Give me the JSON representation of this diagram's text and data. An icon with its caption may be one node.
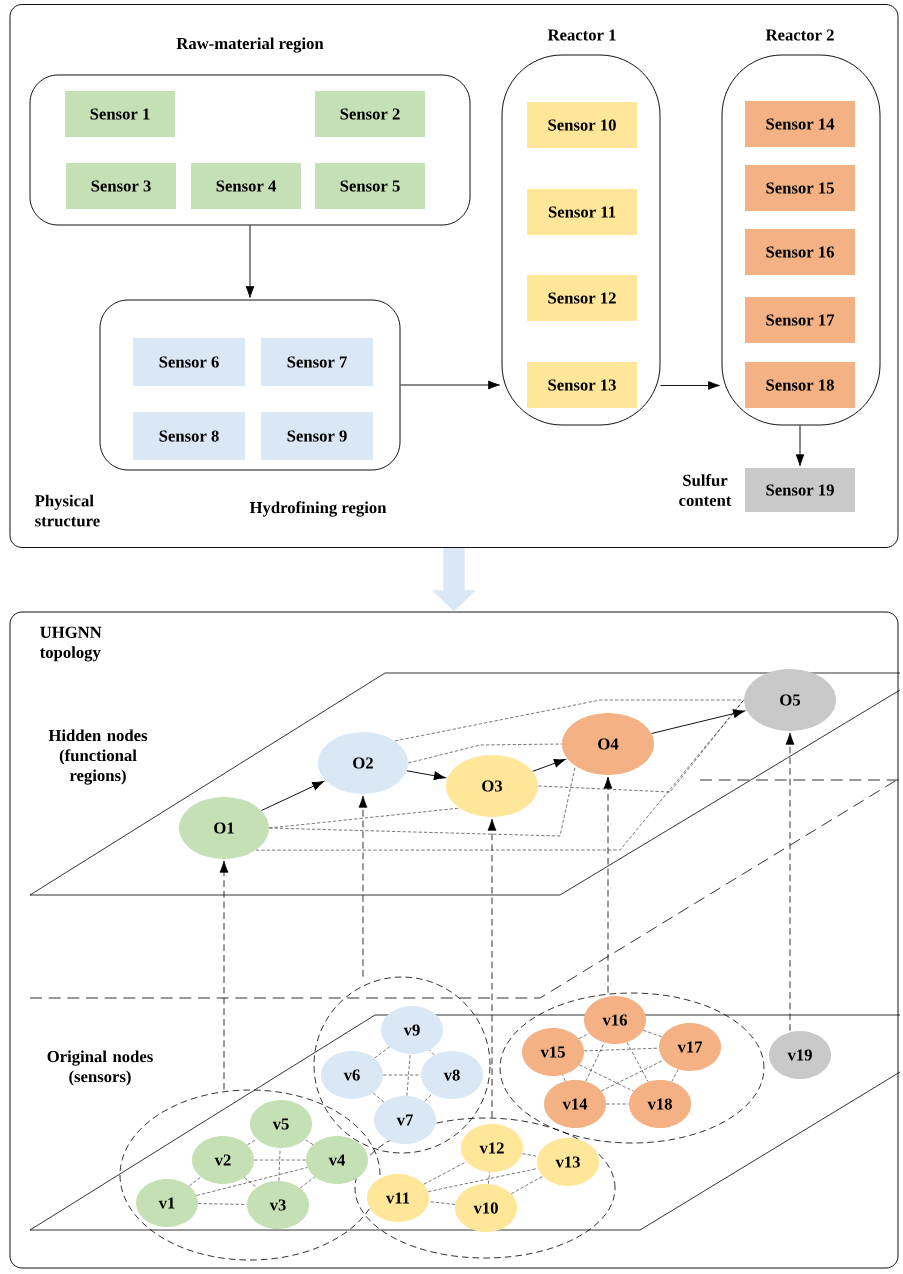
{
  "diagram": {
    "nodes": [
      {
        "text": [
          "Physical structure"
        ]
      },
      {
        "text": [
          "Raw-material region"
        ],
        "in": 0
      },
      {
        "text": [
          "Sensor 1"
        ],
        "in": 1
      },
      {
        "text": [
          "Sensor 2"
        ],
        "in": 1
      },
      {
        "text": [
          "Sensor 3"
        ],
        "in": 1
      },
      {
        "text": [
          "Sensor 4"
        ],
        "in": 1
      },
      {
        "text": [
          "Sensor 5"
        ],
        "in": 1
      },
      {
        "text": [
          "Hydrofining region"
        ],
        "in": 0
      },
      {
        "text": [
          "Sensor 6"
        ],
        "in": 7
      },
      {
        "text": [
          "Sensor 7"
        ],
        "in": 7
      },
      {
        "text": [
          "Sensor 8"
        ],
        "in": 7
      },
      {
        "text": [
          "Sensor 9"
        ],
        "in": 7
      },
      {
        "text": [
          "Reactor 1"
        ],
        "in": 0
      },
      {
        "text": [
          "Sensor 10"
        ],
        "in": 12
      },
      {
        "text": [
          "Sensor 11"
        ],
        "in": 12
      },
      {
        "text": [
          "Sensor 12"
        ],
        "in": 12
      },
      {
        "text": [
          "Sensor 13"
        ],
        "in": 12
      },
      {
        "text": [
          "Reactor 2"
        ],
        "in": 0
      },
      {
        "text": [
          "Sensor 14"
        ],
        "in": 17
      },
      {
        "text": [
          "Sensor 15"
        ],
        "in": 17
      },
      {
        "text": [
          "Sensor 16"
        ],
        "in": 17
      },
      {
        "text": [
          "Sensor 17"
        ],
        "in": 17
      },
      {
        "text": [
          "Sensor 18"
        ],
        "in": 17
      },
      {
        "text": [
          "Sensor 19"
        ],
        "beside": [
          "Sulfur content"
        ],
        "in": 0
      },
      {
        "text": [
          "UHGNN topology"
        ]
      },
      {
        "text": [
          "O1"
        ],
        "in": 24
      },
      {
        "text": [
          "O2"
        ],
        "in": 24
      },
      {
        "text": [
          "O3"
        ],
        "in": 24
      },
      {
        "text": [
          "O4"
        ],
        "in": 24
      },
      {
        "text": [
          "O5"
        ],
        "in": 24
      },
      {
        "text": [],
        "shape": "ellipse",
        "in": 24
      },
      {
        "text": [],
        "shape": "ellipse",
        "in": 24
      },
      {
        "text": [],
        "shape": "ellipse",
        "in": 24
      },
      {
        "text": [],
        "shape": "ellipse",
        "in": 24
      },
      {
        "text": [
          "v1"
        ],
        "in": 30
      },
      {
        "text": [
          "v2"
        ],
        "in": 30
      },
      {
        "text": [
          "v3"
        ],
        "in": 30
      },
      {
        "text": [
          "v4"
        ],
        "in": 30
      },
      {
        "text": [
          "v5"
        ],
        "in": 30
      },
      {
        "text": [
          "v6"
        ],
        "in": 31
      },
      {
        "text": [
          "v7"
        ],
        "in": 31
      },
      {
        "text": [
          "v8"
        ],
        "in": 31
      },
      {
        "text": [
          "v9"
        ],
        "in": 31
      },
      {
        "text": [
          "v10"
        ],
        "in": 32
      },
      {
        "text": [
          "v11"
        ],
        "in": 32
      },
      {
        "text": [
          "v12"
        ],
        "in": 32
      },
      {
        "text": [
          "v13"
        ],
        "in": 32
      },
      {
        "text": [
          "v14"
        ],
        "in": 33
      },
      {
        "text": [
          "v15"
        ],
        "in": 33
      },
      {
        "text": [
          "v16"
        ],
        "in": 33
      },
      {
        "text": [
          "v17"
        ],
        "in": 33
      },
      {
        "text": [
          "v18"
        ],
        "in": 33
      },
      {
        "text": [
          "v19"
        ],
        "in": 24
      }
    ],
    "edges": [
      {
        "from": 1,
        "to": 7,
        "arrow": "to"
      },
      {
        "from": 7,
        "to": 12,
        "arrow": "to"
      },
      {
        "from": 12,
        "to": 17,
        "arrow": "to"
      },
      {
        "from": 17,
        "to": 23,
        "arrow": "to"
      },
      {
        "from": 0,
        "to": 24,
        "arrow": "to",
        "style": "thick",
        "color": "#dae8f5"
      },
      {
        "from": 25,
        "to": 26,
        "arrow": "to"
      },
      {
        "from": 26,
        "to": 27,
        "arrow": "to"
      },
      {
        "from": 27,
        "to": 28,
        "arrow": "to"
      },
      {
        "from": 28,
        "to": 29,
        "arrow": "to"
      },
      {
        "from": 25,
        "to": 27,
        "arrow": "none",
        "style": "dashed"
      },
      {
        "from": 25,
        "to": 28,
        "arrow": "none",
        "style": "dashed"
      },
      {
        "from": 25,
        "to": 29,
        "arrow": "none",
        "style": "dashed"
      },
      {
        "from": 26,
        "to": 28,
        "arrow": "none",
        "style": "dashed"
      },
      {
        "from": 26,
        "to": 29,
        "arrow": "none",
        "style": "dashed"
      },
      {
        "from": 27,
        "to": 29,
        "arrow": "none",
        "style": "dashed"
      },
      {
        "from": 30,
        "to": 25,
        "arrow": "to",
        "style": "dashed"
      },
      {
        "from": 31,
        "to": 26,
        "arrow": "to",
        "style": "dashed"
      },
      {
        "from": 32,
        "to": 27,
        "arrow": "to",
        "style": "dashed"
      },
      {
        "from": 33,
        "to": 28,
        "arrow": "to",
        "style": "dashed"
      },
      {
        "from": 52,
        "to": 29,
        "arrow": "to",
        "style": "dashed"
      },
      {
        "from": 34,
        "to": 35,
        "arrow": "none",
        "style": "dashed"
      },
      {
        "from": 34,
        "to": 36,
        "arrow": "none",
        "style": "dashed"
      },
      {
        "from": 34,
        "to": 37,
        "arrow": "none",
        "style": "dashed"
      },
      {
        "from": 35,
        "to": 36,
        "arrow": "none",
        "style": "dashed"
      },
      {
        "from": 35,
        "to": 37,
        "arrow": "none",
        "style": "dashed"
      },
      {
        "from": 35,
        "to": 38,
        "arrow": "none",
        "style": "dashed"
      },
      {
        "from": 36,
        "to": 37,
        "arrow": "none",
        "style": "dashed"
      },
      {
        "from": 36,
        "to": 38,
        "arrow": "none",
        "style": "dashed"
      },
      {
        "from": 37,
        "to": 38,
        "arrow": "none",
        "style": "dashed"
      },
      {
        "from": 39,
        "to": 40,
        "arrow": "none",
        "style": "dashed"
      },
      {
        "from": 39,
        "to": 41,
        "arrow": "none",
        "style": "dashed"
      },
      {
        "from": 39,
        "to": 42,
        "arrow": "none",
        "style": "dashed"
      },
      {
        "from": 40,
        "to": 41,
        "arrow": "none",
        "style": "dashed"
      },
      {
        "from": 40,
        "to": 42,
        "arrow": "none",
        "style": "dashed"
      },
      {
        "from": 41,
        "to": 42,
        "arrow": "none",
        "style": "dashed"
      },
      {
        "from": 43,
        "to": 44,
        "arrow": "none",
        "style": "dashed"
      },
      {
        "from": 43,
        "to": 45,
        "arrow": "none",
        "style": "dashed"
      },
      {
        "from": 43,
        "to": 46,
        "arrow": "none",
        "style": "dashed"
      },
      {
        "from": 44,
        "to": 45,
        "arrow": "none",
        "style": "dashed"
      },
      {
        "from": 44,
        "to": 46,
        "arrow": "none",
        "style": "dashed"
      },
      {
        "from": 45,
        "to": 46,
        "arrow": "none",
        "style": "dashed"
      },
      {
        "from": 47,
        "to": 48,
        "arrow": "none",
        "style": "dashed"
      },
      {
        "from": 47,
        "to": 49,
        "arrow": "none",
        "style": "dashed"
      },
      {
        "from": 47,
        "to": 50,
        "arrow": "none",
        "style": "dashed"
      },
      {
        "from": 47,
        "to": 51,
        "arrow": "none",
        "style": "dashed"
      },
      {
        "from": 48,
        "to": 49,
        "arrow": "none",
        "style": "dashed"
      },
      {
        "from": 48,
        "to": 50,
        "arrow": "none",
        "style": "dashed"
      },
      {
        "from": 48,
        "to": 51,
        "arrow": "none",
        "style": "dashed"
      },
      {
        "from": 49,
        "to": 50,
        "arrow": "none",
        "style": "dashed"
      },
      {
        "from": 49,
        "to": 51,
        "arrow": "none",
        "style": "dashed"
      },
      {
        "from": 50,
        "to": 51,
        "arrow": "none",
        "style": "dashed"
      }
    ],
    "labels": [
      "Hidden nodes (functional regions)",
      "Original nodes (sensors)"
    ]
  }
}
